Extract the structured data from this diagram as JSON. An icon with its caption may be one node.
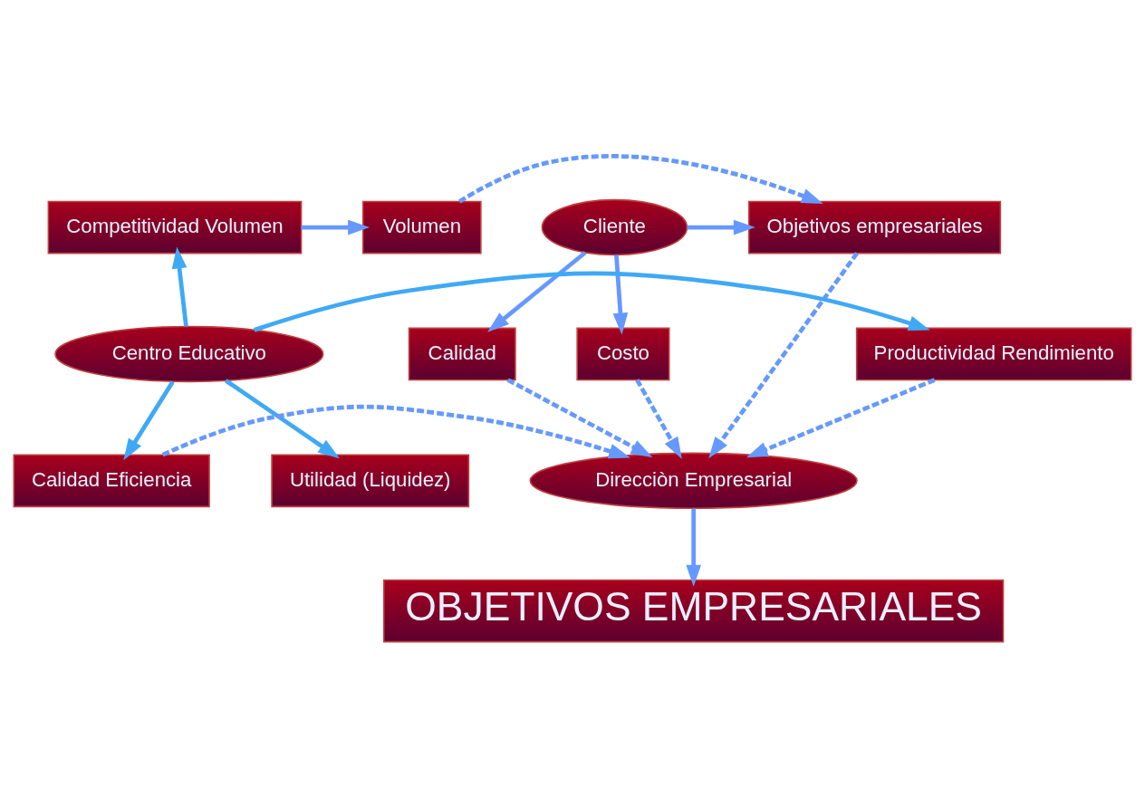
{
  "diagram": {
    "nodes": [
      {
        "text": [
          "Cliente"
        ]
      },
      {
        "text": [
          "Objetivos empresariales"
        ]
      },
      {
        "text": [
          "Volumen"
        ]
      },
      {
        "text": [
          "Competitividad Volumen"
        ]
      },
      {
        "text": [
          "Costo"
        ]
      },
      {
        "text": [
          "Calidad"
        ]
      },
      {
        "text": [
          "Productividad Rendimiento"
        ]
      },
      {
        "text": [
          "Centro Educativo"
        ]
      },
      {
        "text": [
          "Direcciòn Empresarial"
        ]
      },
      {
        "text": [
          "Calidad Eficiencia"
        ]
      },
      {
        "text": [
          "Utilidad (Liquidez)"
        ]
      },
      {
        "text": [
          "OBJETIVOS EMPRESARIALES"
        ]
      }
    ],
    "edges": [
      {
        "from": 0,
        "to": 1,
        "arrow": "to"
      },
      {
        "from": 0,
        "to": 4,
        "arrow": "to"
      },
      {
        "from": 0,
        "to": 5,
        "arrow": "to"
      },
      {
        "from": 2,
        "to": 1,
        "arrow": "to",
        "style": "dashed"
      },
      {
        "from": 3,
        "to": 2,
        "arrow": "to"
      },
      {
        "from": 4,
        "to": 8,
        "arrow": "to",
        "style": "dashed"
      },
      {
        "from": 5,
        "to": 8,
        "arrow": "to",
        "style": "dashed"
      },
      {
        "from": 1,
        "to": 8,
        "arrow": "to",
        "style": "dashed"
      },
      {
        "from": 6,
        "to": 8,
        "arrow": "to",
        "style": "dashed"
      },
      {
        "from": 7,
        "to": 3,
        "arrow": "to",
        "color": "#3fa9f5"
      },
      {
        "from": 7,
        "to": 6,
        "arrow": "to",
        "color": "#3fa9f5"
      },
      {
        "from": 7,
        "to": 9,
        "arrow": "to",
        "color": "#3fa9f5"
      },
      {
        "from": 7,
        "to": 10,
        "arrow": "to",
        "color": "#3fa9f5"
      },
      {
        "from": 9,
        "to": 8,
        "arrow": "to",
        "style": "dashed"
      },
      {
        "from": 8,
        "to": 11,
        "arrow": "to"
      }
    ]
  }
}
